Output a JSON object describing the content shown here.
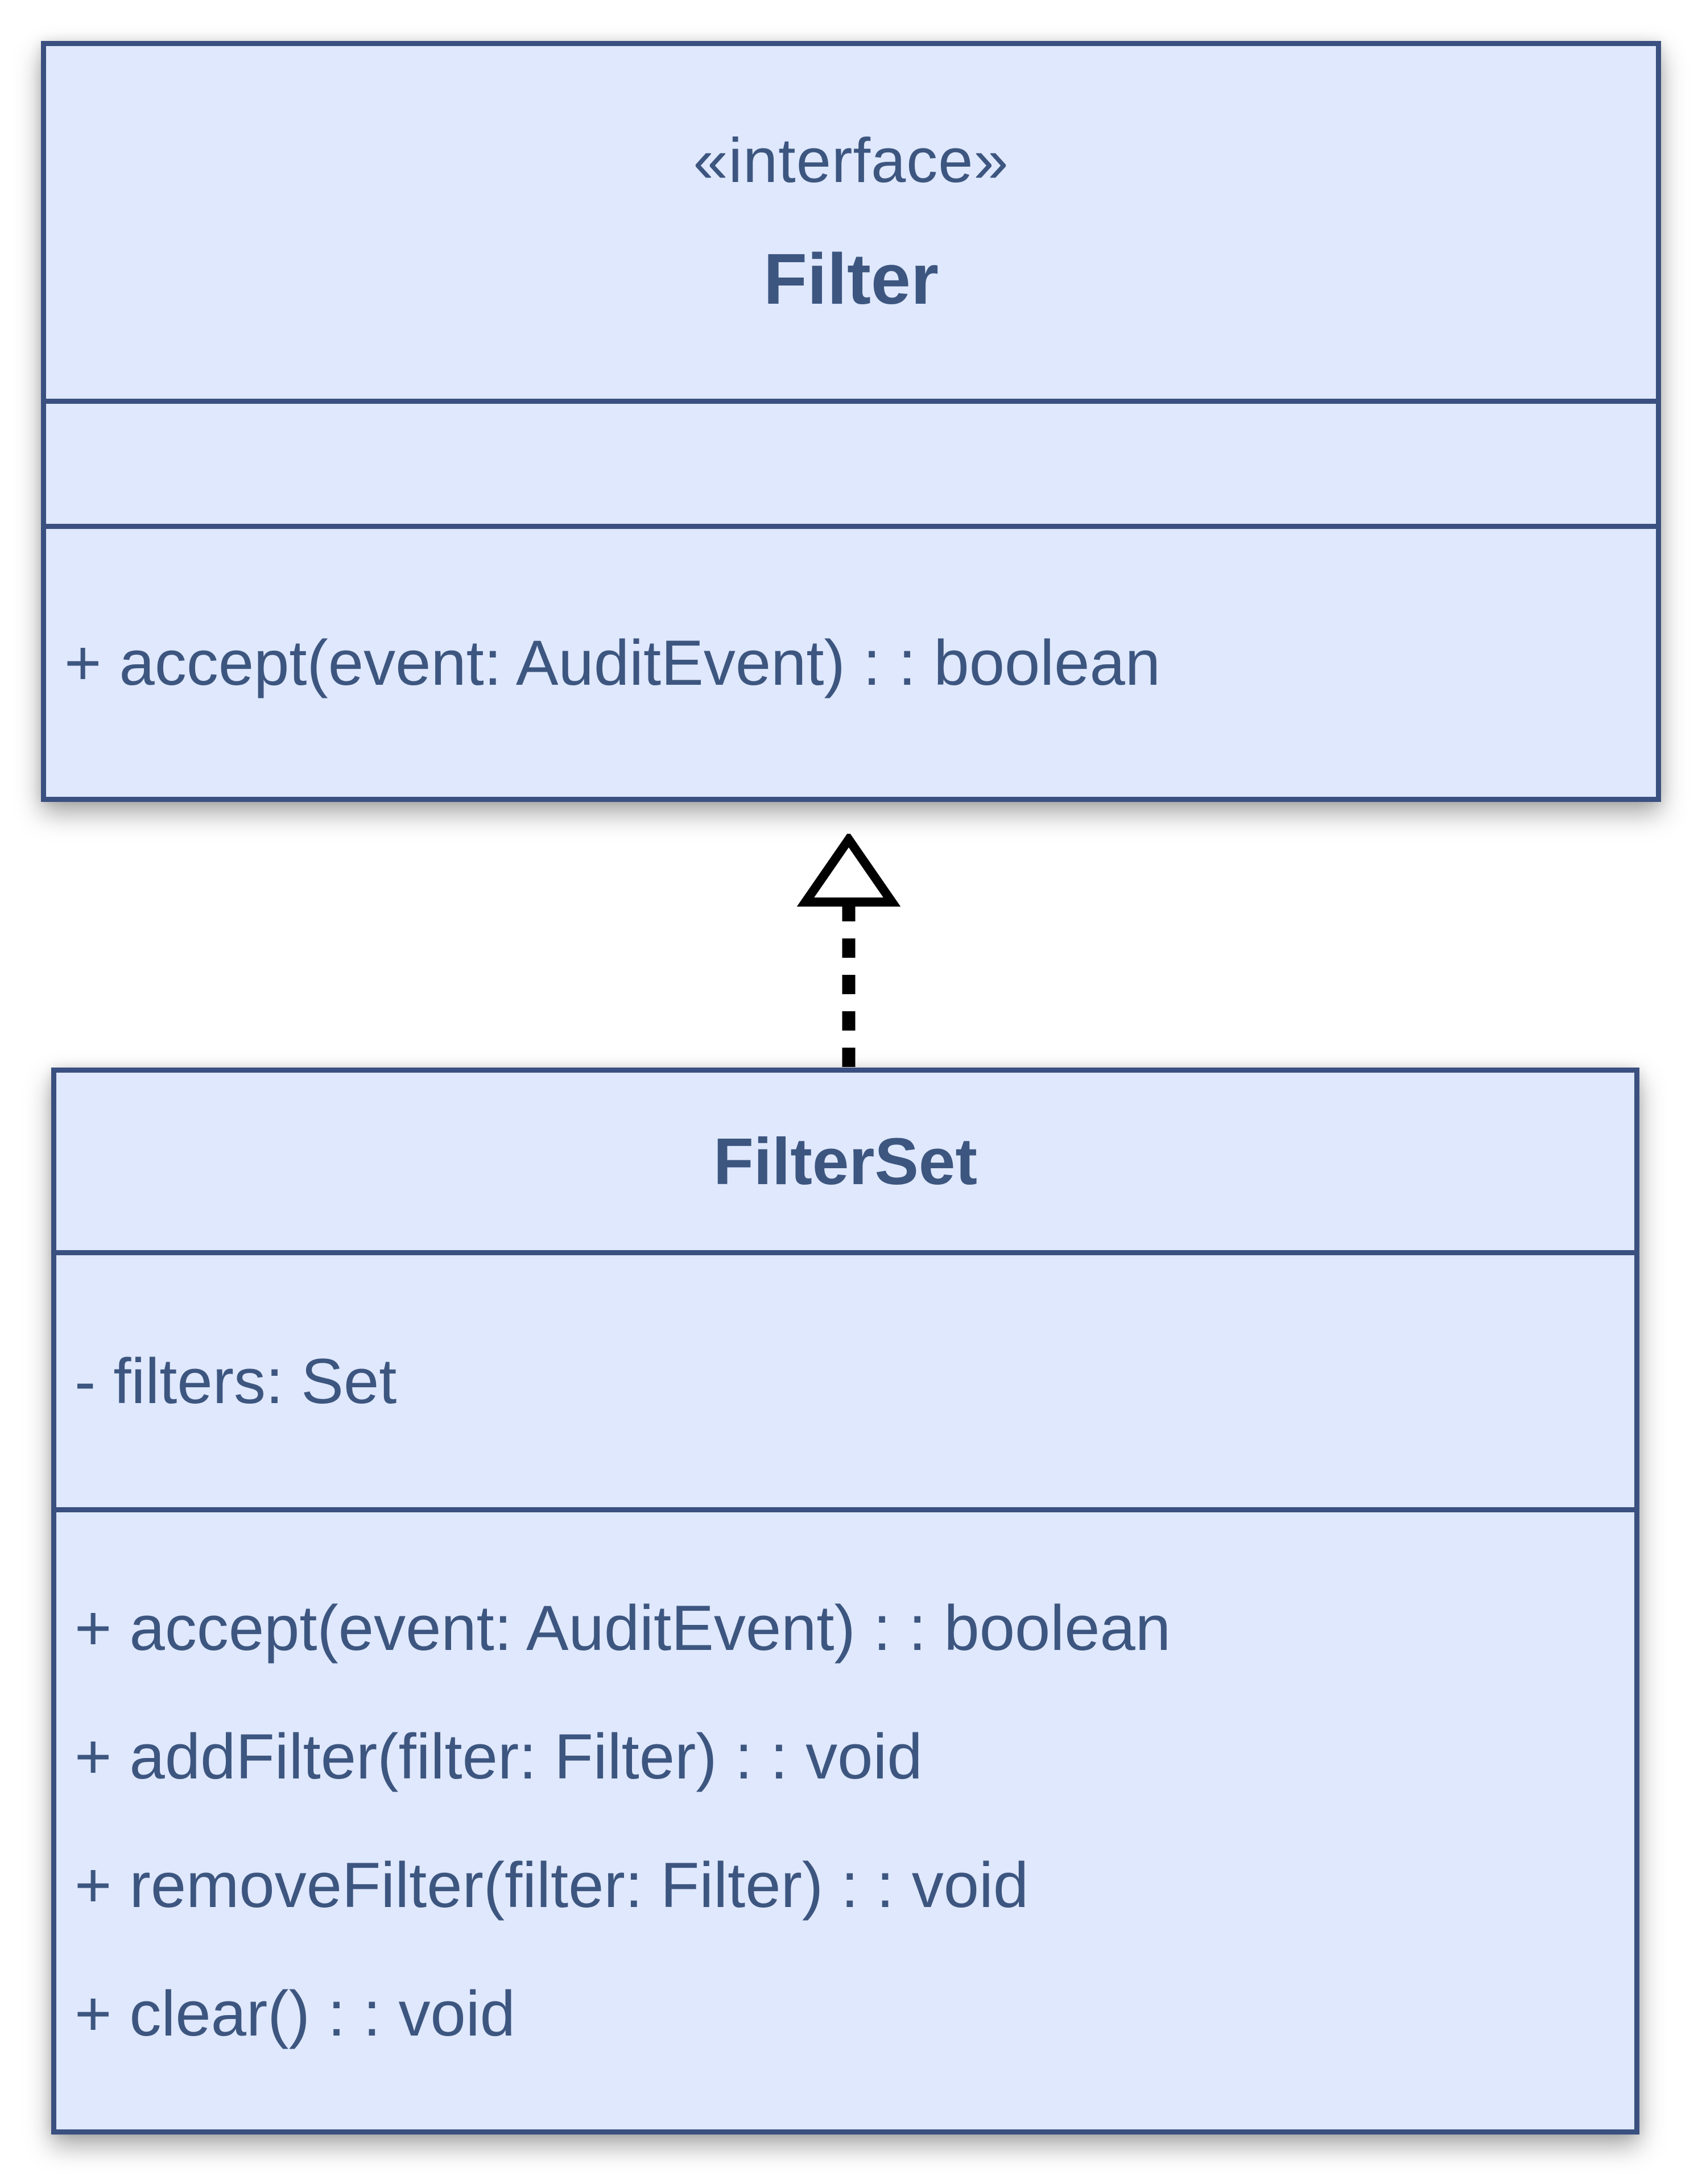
{
  "colors": {
    "box_fill": "#dfe8fc",
    "box_border": "#3a5080",
    "text": "#3d5680",
    "arrow": "#000000",
    "background": "#ffffff"
  },
  "filter_interface": {
    "stereotype": "«interface»",
    "name": "Filter",
    "attributes": [],
    "methods": [
      "+ accept(event: AuditEvent) : : boolean"
    ]
  },
  "filterset_class": {
    "name": "FilterSet",
    "attributes": [
      "- filters: Set"
    ],
    "methods": [
      "+ accept(event: AuditEvent) : : boolean",
      "+ addFilter(filter: Filter) : : void",
      "+ removeFilter(filter: Filter) : : void",
      "+ clear() : : void"
    ]
  },
  "relationship": {
    "type": "realization",
    "from": "FilterSet",
    "to": "Filter",
    "style": "dashed-line-hollow-triangle"
  }
}
